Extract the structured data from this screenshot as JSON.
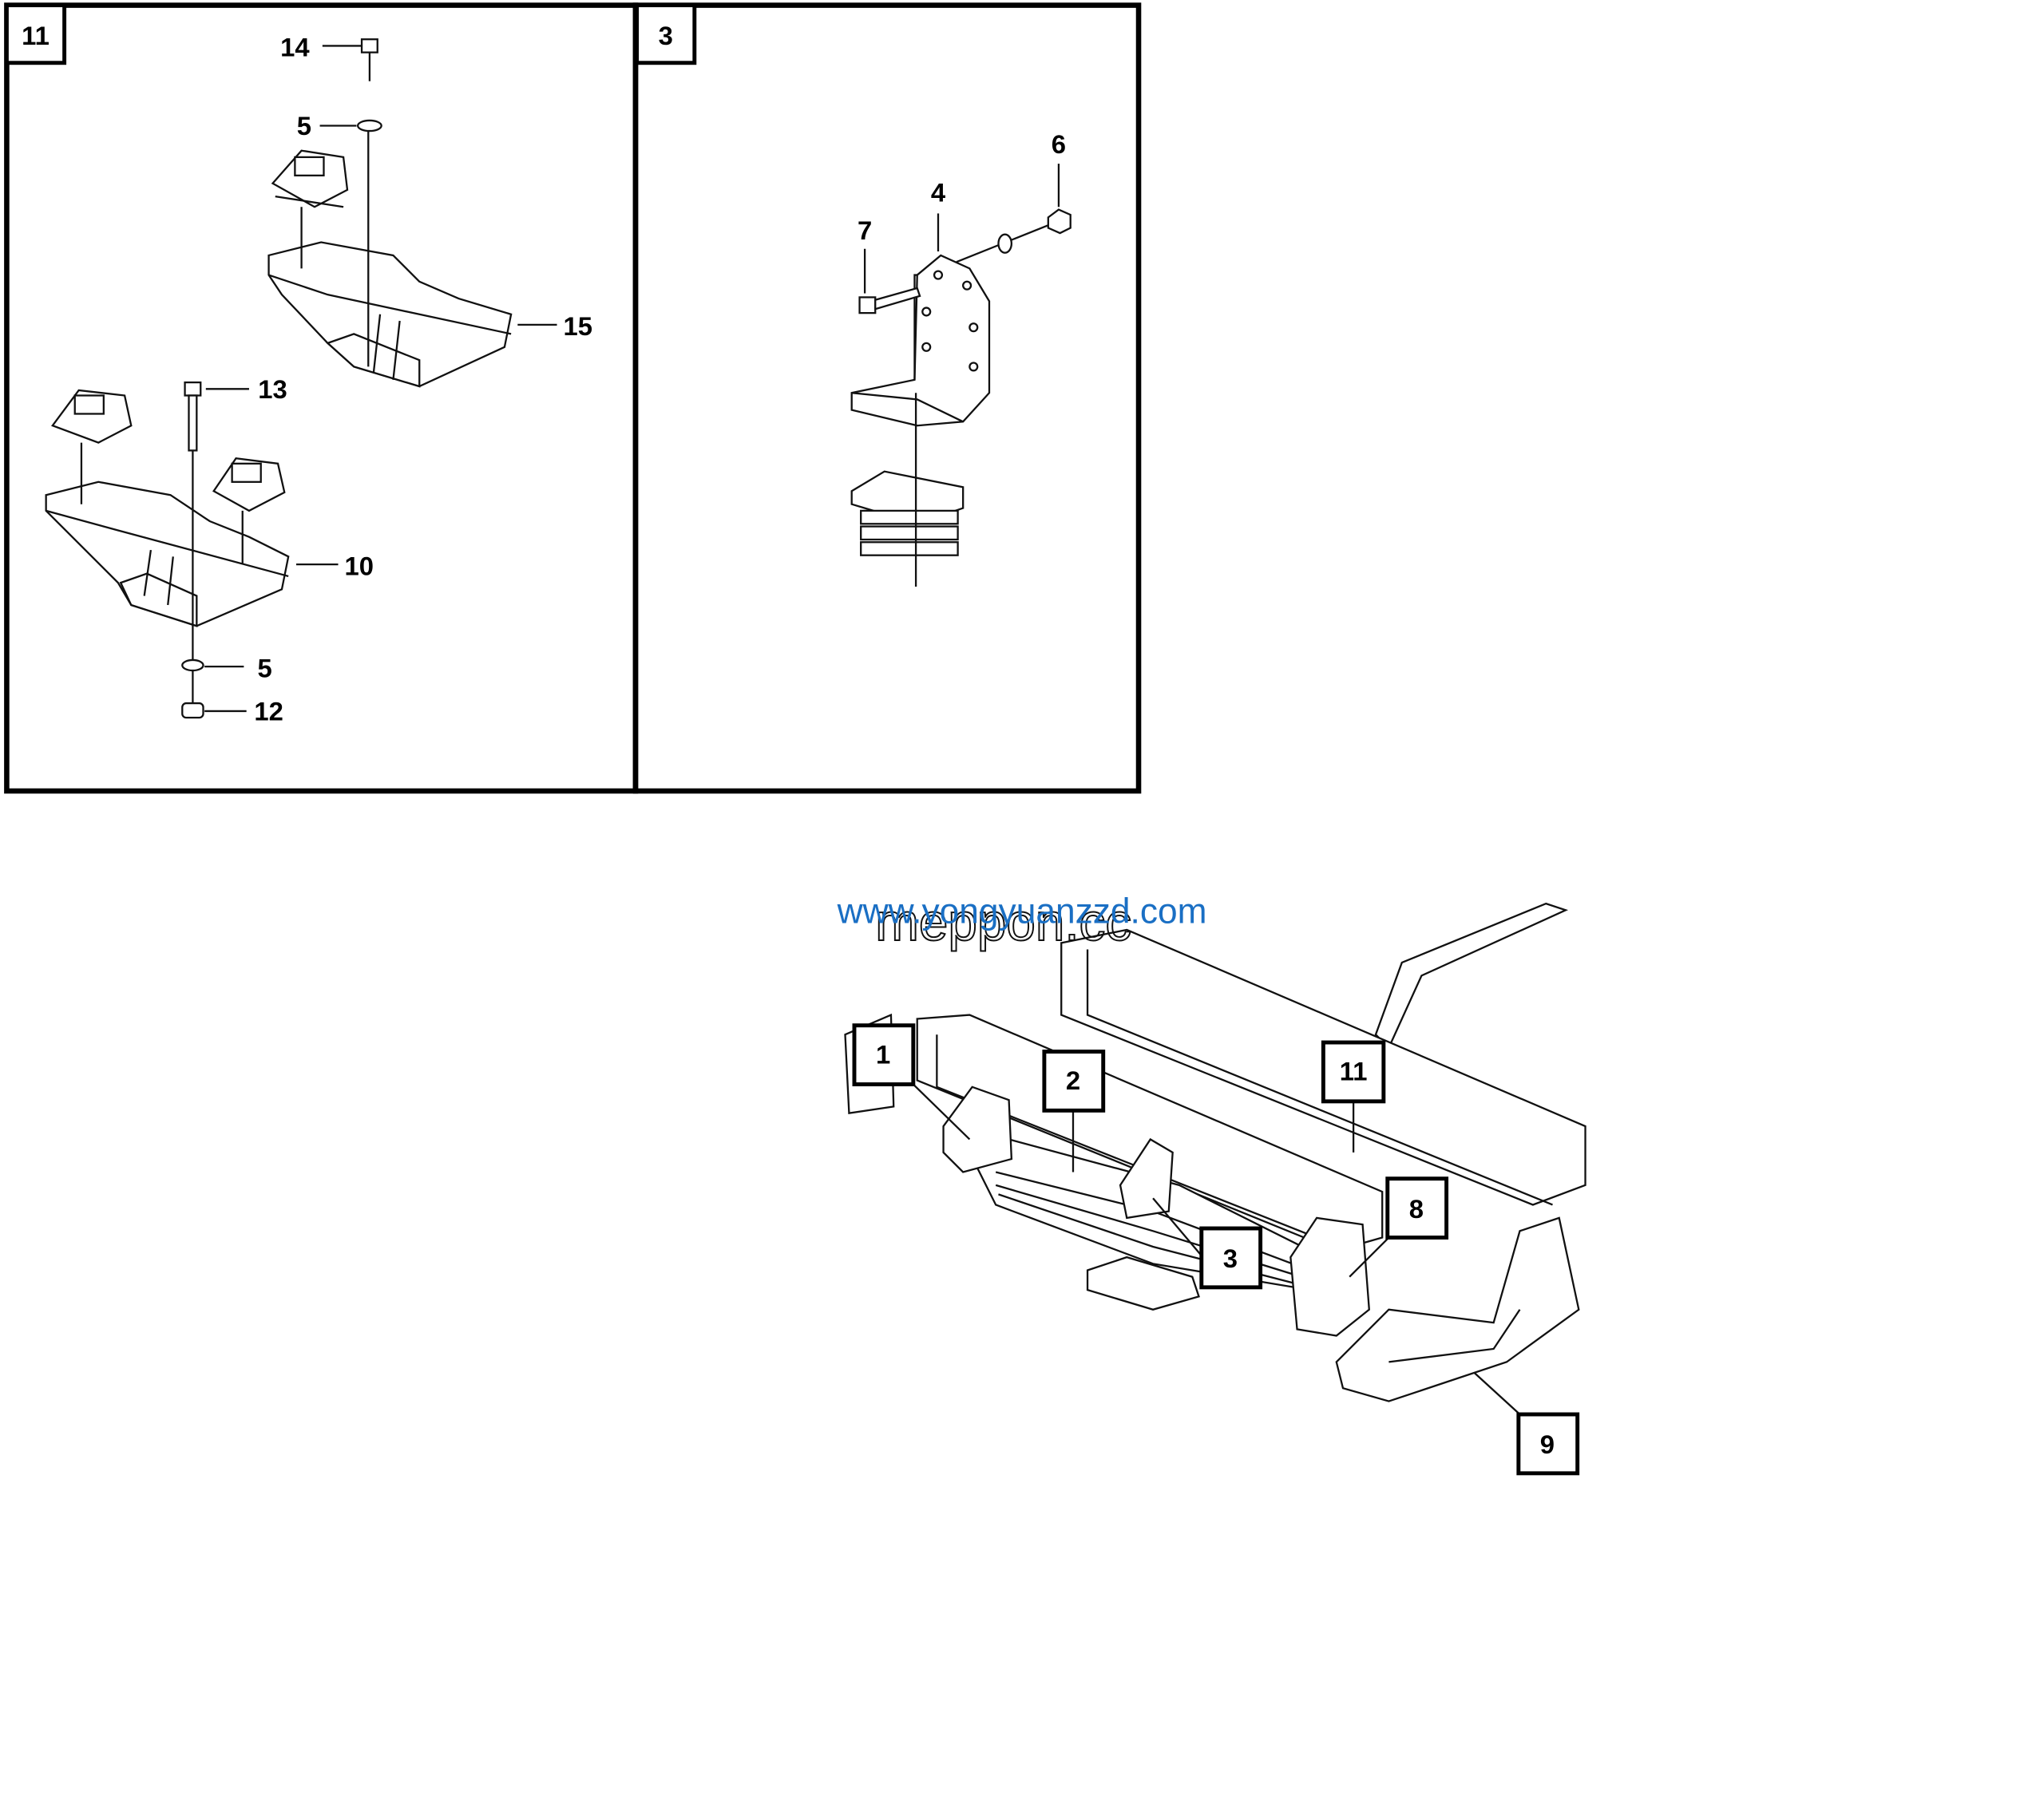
{
  "panels": [
    {
      "id": "11",
      "callouts": [
        "14",
        "5",
        "15",
        "13",
        "10",
        "5",
        "12"
      ]
    },
    {
      "id": "3",
      "callouts": [
        "6",
        "4",
        "7"
      ]
    }
  ],
  "main_callouts": [
    "1",
    "2",
    "11",
    "8",
    "3",
    "9"
  ],
  "watermarks": [
    "meppon.cc",
    "www.yongyuanzzd.com"
  ],
  "colors": {
    "watermark": "#1a6fc4",
    "line": "#111111"
  }
}
